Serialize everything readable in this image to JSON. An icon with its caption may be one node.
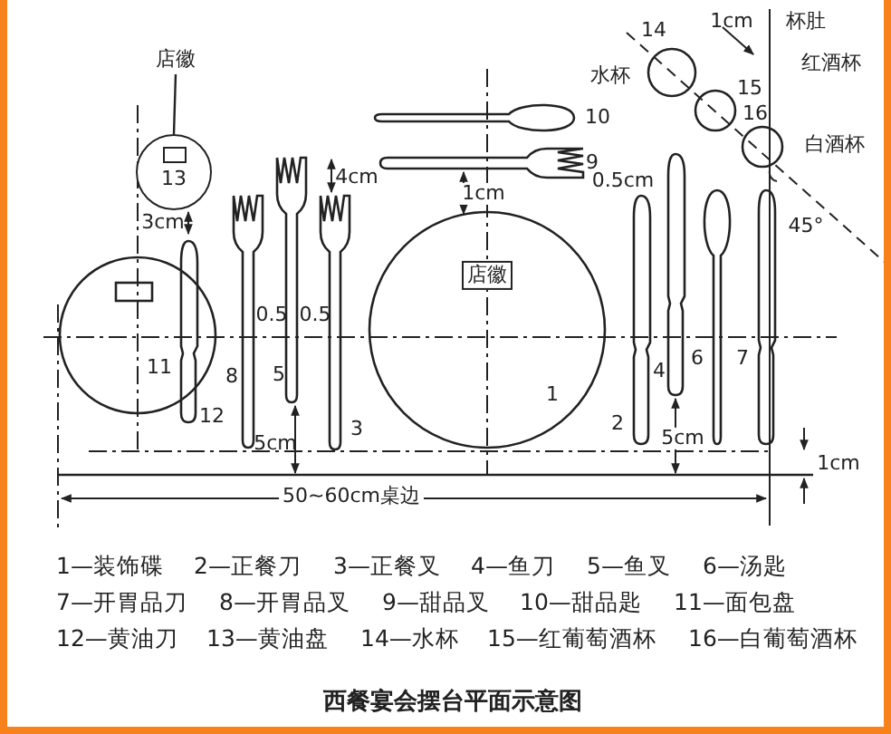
{
  "diagram": {
    "caption": "西餐宴会摆台平面示意图",
    "nodes": [
      {
        "text": [
          "店徽"
        ]
      },
      {
        "text": [
          "13"
        ]
      }
    ],
    "edges": [
      {
        "from": 0,
        "to": 1,
        "arrow": "none"
      }
    ],
    "labels": [
      "1cm",
      "杯肚",
      "14",
      "水杯",
      "红酒杯",
      "15",
      "10",
      "16",
      "白酒杯",
      "9",
      "4cm",
      "0.5cm",
      "1cm",
      "3cm",
      "45°",
      "店徽",
      "0.5",
      "0.5",
      "11",
      "8",
      "5",
      "6",
      "7",
      "4",
      "1",
      "12",
      "3",
      "2",
      "5cm",
      "5cm",
      "1cm",
      "50~60cm桌边",
      "1—装饰碟",
      "2—正餐刀",
      "3—正餐叉",
      "4—鱼刀",
      "5—鱼叉",
      "6—汤匙",
      "7—开胃品刀",
      "8—开胃品叉",
      "9—甜品叉",
      "10—甜品匙",
      "11—面包盘",
      "12—黄油刀",
      "13—黄油盘",
      "14—水杯",
      "15—红葡萄酒杯",
      "16—白葡萄酒杯"
    ]
  }
}
